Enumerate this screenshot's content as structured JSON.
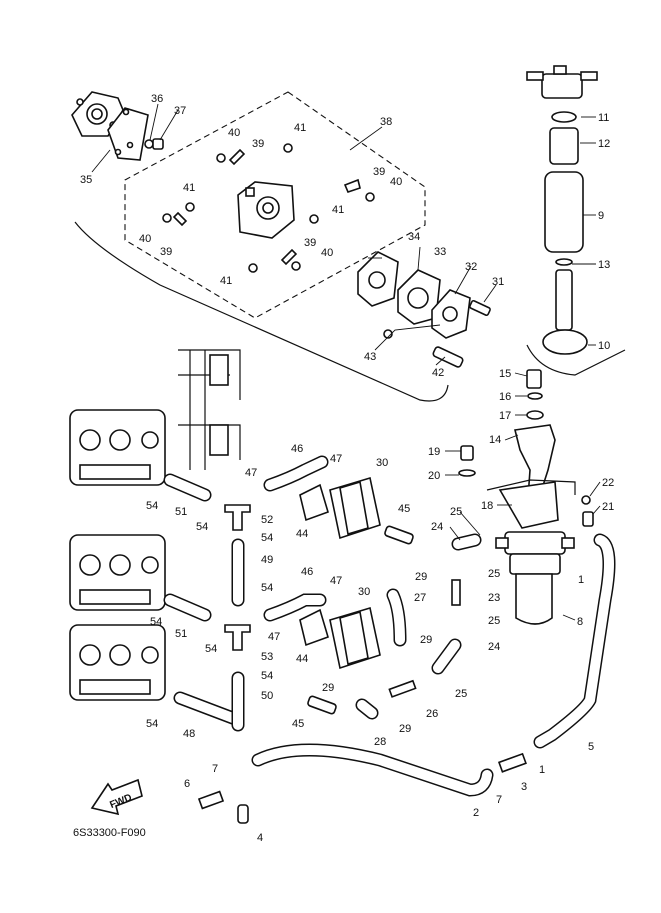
{
  "diagram": {
    "code": "6S33300-F090",
    "fwd_label": "FWD",
    "callouts": [
      {
        "id": "c1a",
        "text": "1"
      },
      {
        "id": "c1b",
        "text": "1"
      },
      {
        "id": "c2",
        "text": "2"
      },
      {
        "id": "c3",
        "text": "3"
      },
      {
        "id": "c4",
        "text": "4"
      },
      {
        "id": "c5",
        "text": "5"
      },
      {
        "id": "c6",
        "text": "6"
      },
      {
        "id": "c7a",
        "text": "7"
      },
      {
        "id": "c7b",
        "text": "7"
      },
      {
        "id": "c8",
        "text": "8"
      },
      {
        "id": "c9",
        "text": "9"
      },
      {
        "id": "c10",
        "text": "10"
      },
      {
        "id": "c11",
        "text": "11"
      },
      {
        "id": "c12",
        "text": "12"
      },
      {
        "id": "c13",
        "text": "13"
      },
      {
        "id": "c14",
        "text": "14"
      },
      {
        "id": "c15",
        "text": "15"
      },
      {
        "id": "c16",
        "text": "16"
      },
      {
        "id": "c17",
        "text": "17"
      },
      {
        "id": "c18",
        "text": "18"
      },
      {
        "id": "c19",
        "text": "19"
      },
      {
        "id": "c20",
        "text": "20"
      },
      {
        "id": "c21",
        "text": "21"
      },
      {
        "id": "c22",
        "text": "22"
      },
      {
        "id": "c23",
        "text": "23"
      },
      {
        "id": "c24a",
        "text": "24"
      },
      {
        "id": "c24b",
        "text": "24"
      },
      {
        "id": "c25a",
        "text": "25"
      },
      {
        "id": "c25b",
        "text": "25"
      },
      {
        "id": "c25c",
        "text": "25"
      },
      {
        "id": "c25d",
        "text": "25"
      },
      {
        "id": "c26",
        "text": "26"
      },
      {
        "id": "c27",
        "text": "27"
      },
      {
        "id": "c28",
        "text": "28"
      },
      {
        "id": "c29a",
        "text": "29"
      },
      {
        "id": "c29b",
        "text": "29"
      },
      {
        "id": "c29c",
        "text": "29"
      },
      {
        "id": "c29d",
        "text": "29"
      },
      {
        "id": "c30a",
        "text": "30"
      },
      {
        "id": "c30b",
        "text": "30"
      },
      {
        "id": "c31",
        "text": "31"
      },
      {
        "id": "c32",
        "text": "32"
      },
      {
        "id": "c33",
        "text": "33"
      },
      {
        "id": "c34",
        "text": "34"
      },
      {
        "id": "c35",
        "text": "35"
      },
      {
        "id": "c36",
        "text": "36"
      },
      {
        "id": "c37",
        "text": "37"
      },
      {
        "id": "c38",
        "text": "38"
      },
      {
        "id": "c39a",
        "text": "39"
      },
      {
        "id": "c39b",
        "text": "39"
      },
      {
        "id": "c39c",
        "text": "39"
      },
      {
        "id": "c39d",
        "text": "39"
      },
      {
        "id": "c40a",
        "text": "40"
      },
      {
        "id": "c40b",
        "text": "40"
      },
      {
        "id": "c40c",
        "text": "40"
      },
      {
        "id": "c40d",
        "text": "40"
      },
      {
        "id": "c41a",
        "text": "41"
      },
      {
        "id": "c41b",
        "text": "41"
      },
      {
        "id": "c41c",
        "text": "41"
      },
      {
        "id": "c41d",
        "text": "41"
      },
      {
        "id": "c42",
        "text": "42"
      },
      {
        "id": "c43",
        "text": "43"
      },
      {
        "id": "c44a",
        "text": "44"
      },
      {
        "id": "c44b",
        "text": "44"
      },
      {
        "id": "c45a",
        "text": "45"
      },
      {
        "id": "c45b",
        "text": "45"
      },
      {
        "id": "c46a",
        "text": "46"
      },
      {
        "id": "c46b",
        "text": "46"
      },
      {
        "id": "c47a",
        "text": "47"
      },
      {
        "id": "c47b",
        "text": "47"
      },
      {
        "id": "c47c",
        "text": "47"
      },
      {
        "id": "c47d",
        "text": "47"
      },
      {
        "id": "c48",
        "text": "48"
      },
      {
        "id": "c49",
        "text": "49"
      },
      {
        "id": "c50",
        "text": "50"
      },
      {
        "id": "c51a",
        "text": "51"
      },
      {
        "id": "c51b",
        "text": "51"
      },
      {
        "id": "c52",
        "text": "52"
      },
      {
        "id": "c53",
        "text": "53"
      },
      {
        "id": "c54a",
        "text": "54"
      },
      {
        "id": "c54b",
        "text": "54"
      },
      {
        "id": "c54c",
        "text": "54"
      },
      {
        "id": "c54d",
        "text": "54"
      },
      {
        "id": "c54e",
        "text": "54"
      },
      {
        "id": "c54f",
        "text": "54"
      },
      {
        "id": "c54g",
        "text": "54"
      },
      {
        "id": "c54h",
        "text": "54"
      }
    ]
  }
}
